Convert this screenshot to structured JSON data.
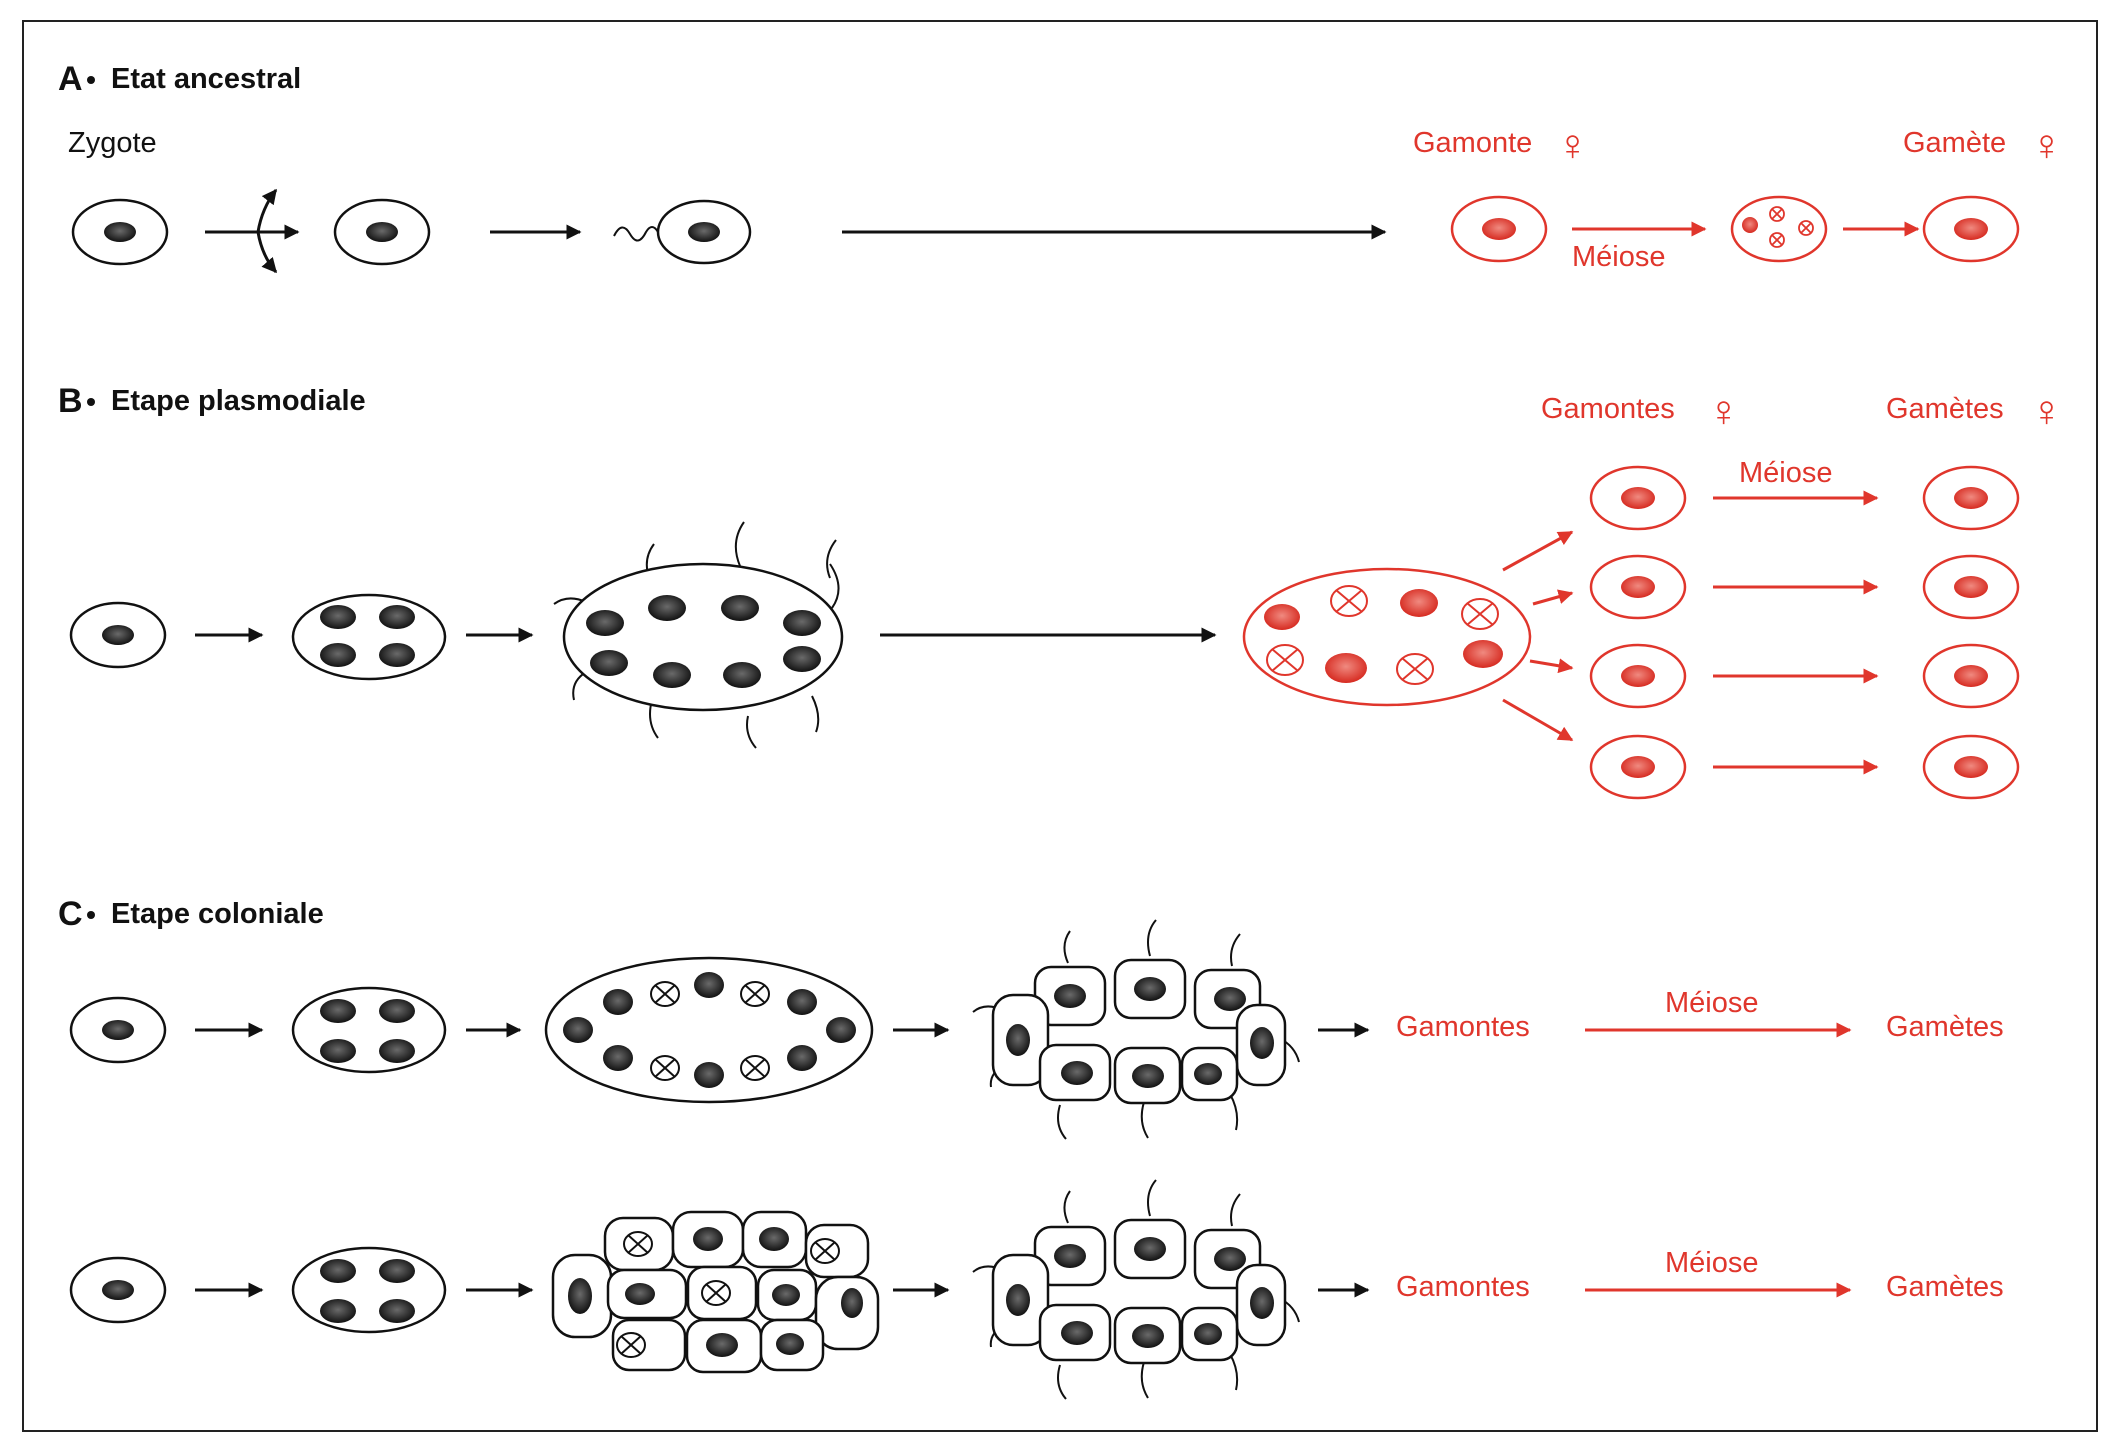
{
  "colors": {
    "black": "#111111",
    "red": "#e0362c",
    "nucleus": "#333333"
  },
  "sectionA": {
    "letter": "A",
    "title": "Etat ancestral",
    "zygote_label": "Zygote",
    "gamonte_label": "Gamonte",
    "gamete_label": "Gamète",
    "meiose_label": "Méiose",
    "female_symbol": "♀"
  },
  "sectionB": {
    "letter": "B",
    "title": "Etape plasmodiale",
    "gamontes_label": "Gamontes",
    "gametes_label": "Gamètes",
    "meiose_label": "Méiose",
    "female_symbol": "♀"
  },
  "sectionC": {
    "letter": "C",
    "title": "Etape coloniale",
    "row1": {
      "gamontes_label": "Gamontes",
      "meiose_label": "Méiose",
      "gametes_label": "Gamètes"
    },
    "row2": {
      "gamontes_label": "Gamontes",
      "meiose_label": "Méiose",
      "gametes_label": "Gamètes"
    }
  }
}
